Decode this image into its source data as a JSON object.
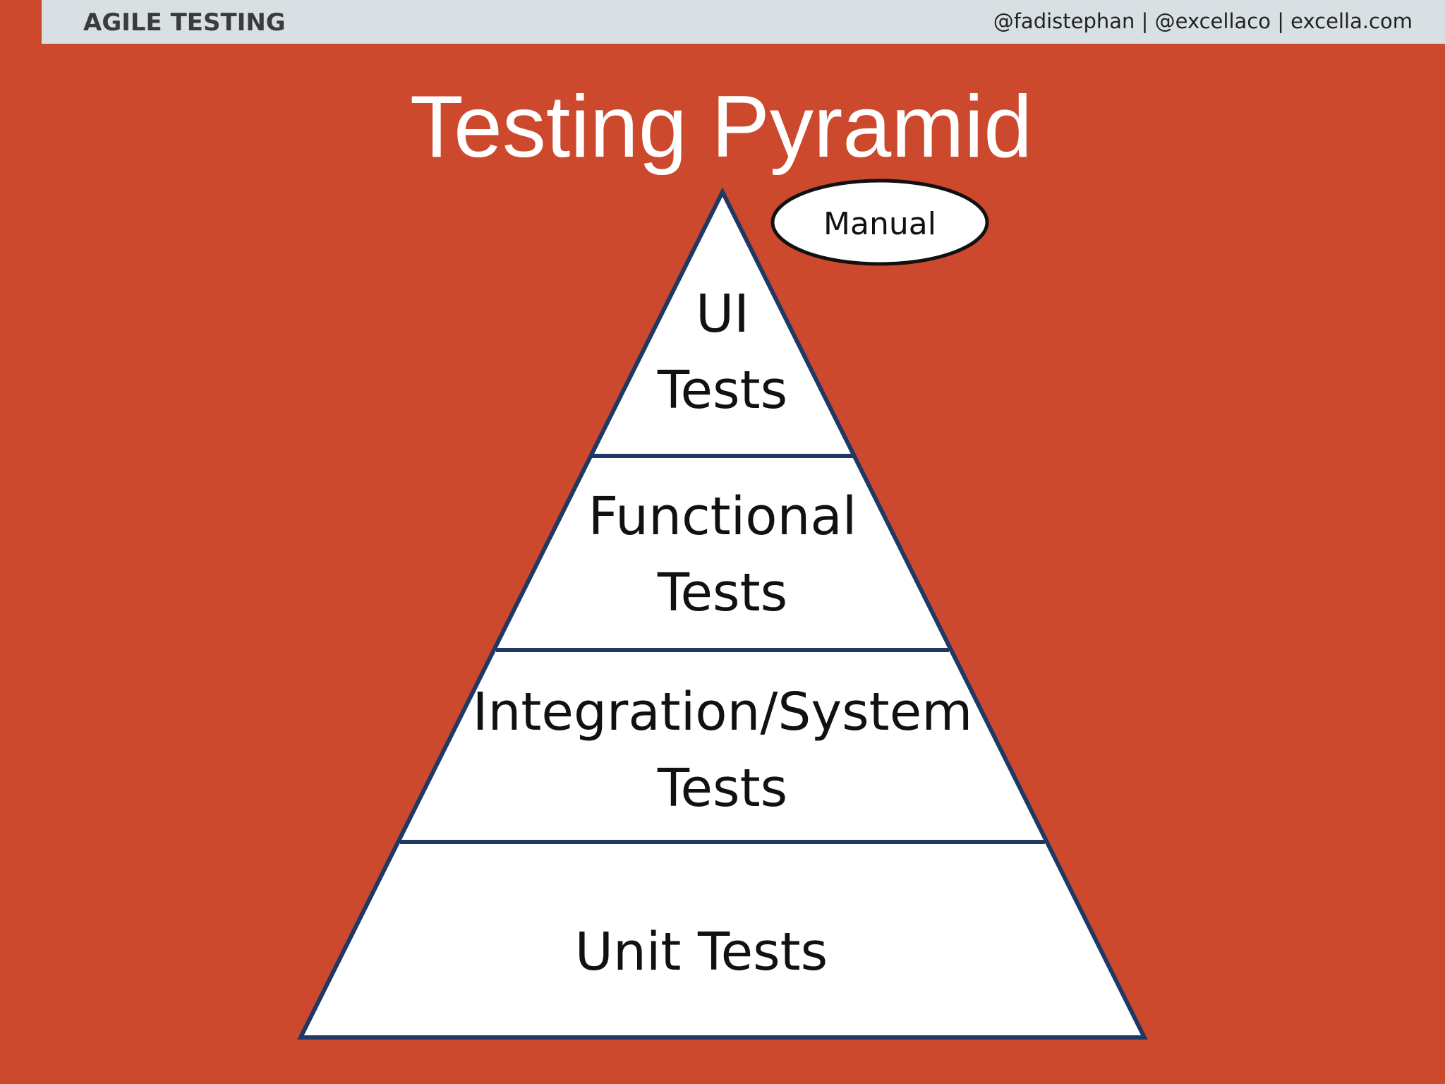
{
  "header": {
    "section": "AGILE TESTING",
    "credits": "@fadistephan | @excellaco | excella.com"
  },
  "title": "Testing Pyramid",
  "callout": "Manual",
  "tiers": [
    {
      "line1": "UI",
      "line2": "Tests"
    },
    {
      "line1": "Functional",
      "line2": "Tests"
    },
    {
      "line1": "Integration/System",
      "line2": "Tests"
    },
    {
      "line1": "Unit Tests"
    }
  ],
  "colors": {
    "background": "#cd492d",
    "header_bar": "#d9e0e3",
    "pyramid_fill": "#ffffff",
    "pyramid_outline": "#1f3864"
  }
}
